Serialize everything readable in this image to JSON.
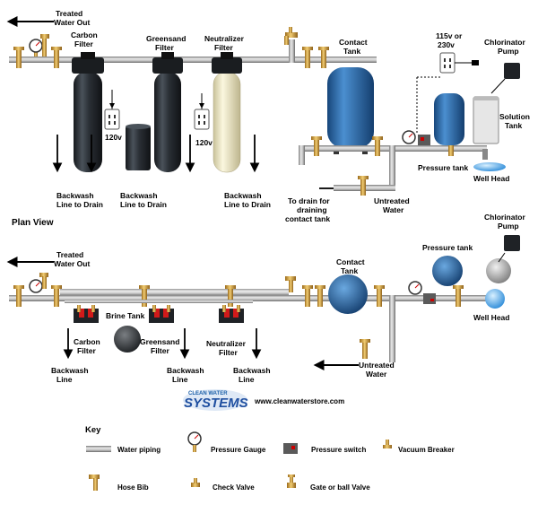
{
  "colors": {
    "pipe": "#b8b8b8",
    "pipe_edge": "#6e6e6e",
    "brass": "#d9a441",
    "tank_blue": "#2f6fb0",
    "tank_dark": "#252a30",
    "neutralizer": "#efe8c4",
    "valve_red": "#d11a1a",
    "well_head": "#3aa0e8"
  },
  "elevation": {
    "treated_water_out": [
      "Treated",
      "Water Out"
    ],
    "carbon_filter": [
      "Carbon",
      "Filter"
    ],
    "greensand_filter": [
      "Greensand",
      "Filter"
    ],
    "neutralizer_filter": [
      "Neutralizer",
      "Filter"
    ],
    "contact_tank": [
      "Contact",
      "Tank"
    ],
    "voltage_pump": [
      "115v or",
      "230v"
    ],
    "chlorinator_pump": [
      "Chlorinator",
      "Pump"
    ],
    "solution_tank": [
      "Solution",
      "Tank"
    ],
    "outlet_120v_1": "120v",
    "outlet_120v_2": "120v",
    "backwash_carbon": [
      "Backwash",
      "Line to Drain"
    ],
    "backwash_greensand": [
      "Backwash",
      "Line to Drain"
    ],
    "backwash_neutralizer": [
      "Backwash",
      "Line to Drain"
    ],
    "pressure_tank": "Pressure tank",
    "well_head": "Well Head",
    "drain_contact": [
      "To drain for",
      "draining",
      "contact tank"
    ],
    "untreated_water": [
      "Untreated",
      "Water"
    ]
  },
  "plan": {
    "title": "Plan View",
    "treated_water_out": [
      "Treated",
      "Water Out"
    ],
    "contact_tank": [
      "Contact",
      "Tank"
    ],
    "chlorinator_pump": [
      "Chlorinator",
      "Pump"
    ],
    "pressure_tank": "Pressure tank",
    "brine_tank": "Brine Tank",
    "carbon_filter": [
      "Carbon",
      "Filter"
    ],
    "greensand_filter": [
      "Greensand",
      "Filter"
    ],
    "neutralizer_filter": [
      "Neutralizer",
      "Filter"
    ],
    "backwash_carbon": [
      "Backwash",
      "Line"
    ],
    "backwash_greensand": [
      "Backwash",
      "Line"
    ],
    "backwash_neutralizer": [
      "Backwash",
      "Line"
    ],
    "well_head": "Well Head",
    "untreated_water": [
      "Untreated",
      "Water"
    ]
  },
  "logo": {
    "top": "CLEAN WATER",
    "bottom": "SYSTEMS"
  },
  "url": "www.cleanwaterstore.com",
  "key": {
    "title": "Key",
    "water_piping": "Water piping",
    "pressure_gauge": "Pressure Gauge",
    "pressure_switch": "Pressure switch",
    "vacuum_breaker": "Vacuum Breaker",
    "hose_bib": "Hose Bib",
    "check_valve": "Check Valve",
    "gate_valve": "Gate or ball Valve"
  }
}
